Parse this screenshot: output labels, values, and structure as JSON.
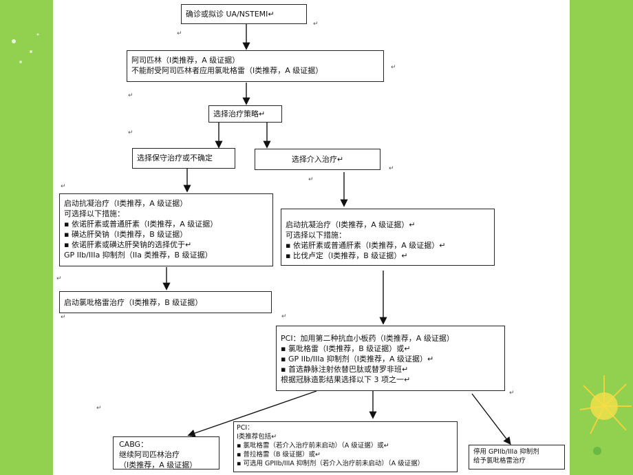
{
  "colors": {
    "background": "#92d050",
    "page": "#ffffff",
    "border": "#222222"
  },
  "nodes": {
    "diagnosis": "确诊或拟诊 UA/NSTEMI↵",
    "aspirin": [
      "阿司匹林（Ⅰ类推荐，A 级证据）",
      "不能耐受阿司匹林者应用氯吡格雷（Ⅰ类推荐，A 级证据）"
    ],
    "strategy": "选择治疗策略↵",
    "conservative": "选择保守治疗或不确定",
    "invasive": "选择介入治疗↵",
    "anticoag_left": [
      "启动抗凝治疗（Ⅰ类推荐，A 级证据）",
      "可选择以下措施：",
      "▪ 依诺肝素或普通肝素（Ⅰ类推荐，A 级证据）",
      "▪ 磺达肝癸钠（Ⅰ类推荐，B 级证据）",
      "▪ 依诺肝素或磺达肝癸钠的选择优于↵",
      "   GP  IIb/IIIa 抑制剂（IIa 类推荐，B 级证据）"
    ],
    "anticoag_right": [
      "启动抗凝治疗（Ⅰ类推荐，A 级证据）↵",
      "可选择以下措施：",
      "▪ 依诺肝素或普通肝素（Ⅰ类推荐，A 级证据）↵",
      "▪ 比伐卢定（Ⅰ类推荐，B 级证据）↵"
    ],
    "clopidogrel": "启动氯吡格雷治疗（Ⅰ类推荐，B 级证据）",
    "pci_main": [
      "PCI：加用第二种抗血小板药（Ⅰ类推荐，A 级证据）",
      "  ▪ 氯吡格雷（Ⅰ类推荐，B 级证据）或↵",
      "  ▪ GP  IIb/IIIa 抑制剂（Ⅰ类推荐，A 级证据）↵",
      "      ▪ 首选静脉注射依替巴肽或替罗非班↵",
      "  根据冠脉造影结果选择以下 3 项之一↵"
    ],
    "cabg": [
      "CABG：",
      "继续阿司匹林治疗",
      "（Ⅰ类推荐，A 级证据）"
    ],
    "pci_sub": [
      "PCI：",
      "Ⅰ类推荐包括↵",
      "▪ 氯吡格雷（若介入治疗前未启动）（A 级证据）或↵",
      "▪ 普拉格雷（B 级证据）或↵",
      "▪ 可选用 GPIIb/IIIA 抑制剂（若介入治疗前未启动）（A 级证据）"
    ],
    "stop": [
      "停用 GPIIb/IIIa 抑制剂",
      "给予氯吡格雷治疗"
    ]
  },
  "marks": "↵"
}
